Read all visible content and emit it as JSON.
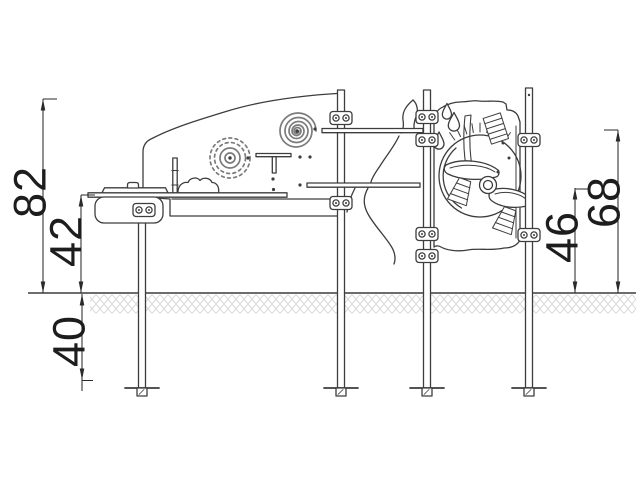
{
  "dimensions": {
    "overall_height": "82",
    "table_surface_height": "42",
    "foundation_depth": "40",
    "lower_rail_height": "46",
    "upper_rail_height": "68"
  },
  "colors": {
    "outline": "#3d3d3d",
    "decor": "#7b7b7b",
    "dimension": "#2a2a2a",
    "hatch": "#d8d8d8",
    "background": "#ffffff"
  }
}
